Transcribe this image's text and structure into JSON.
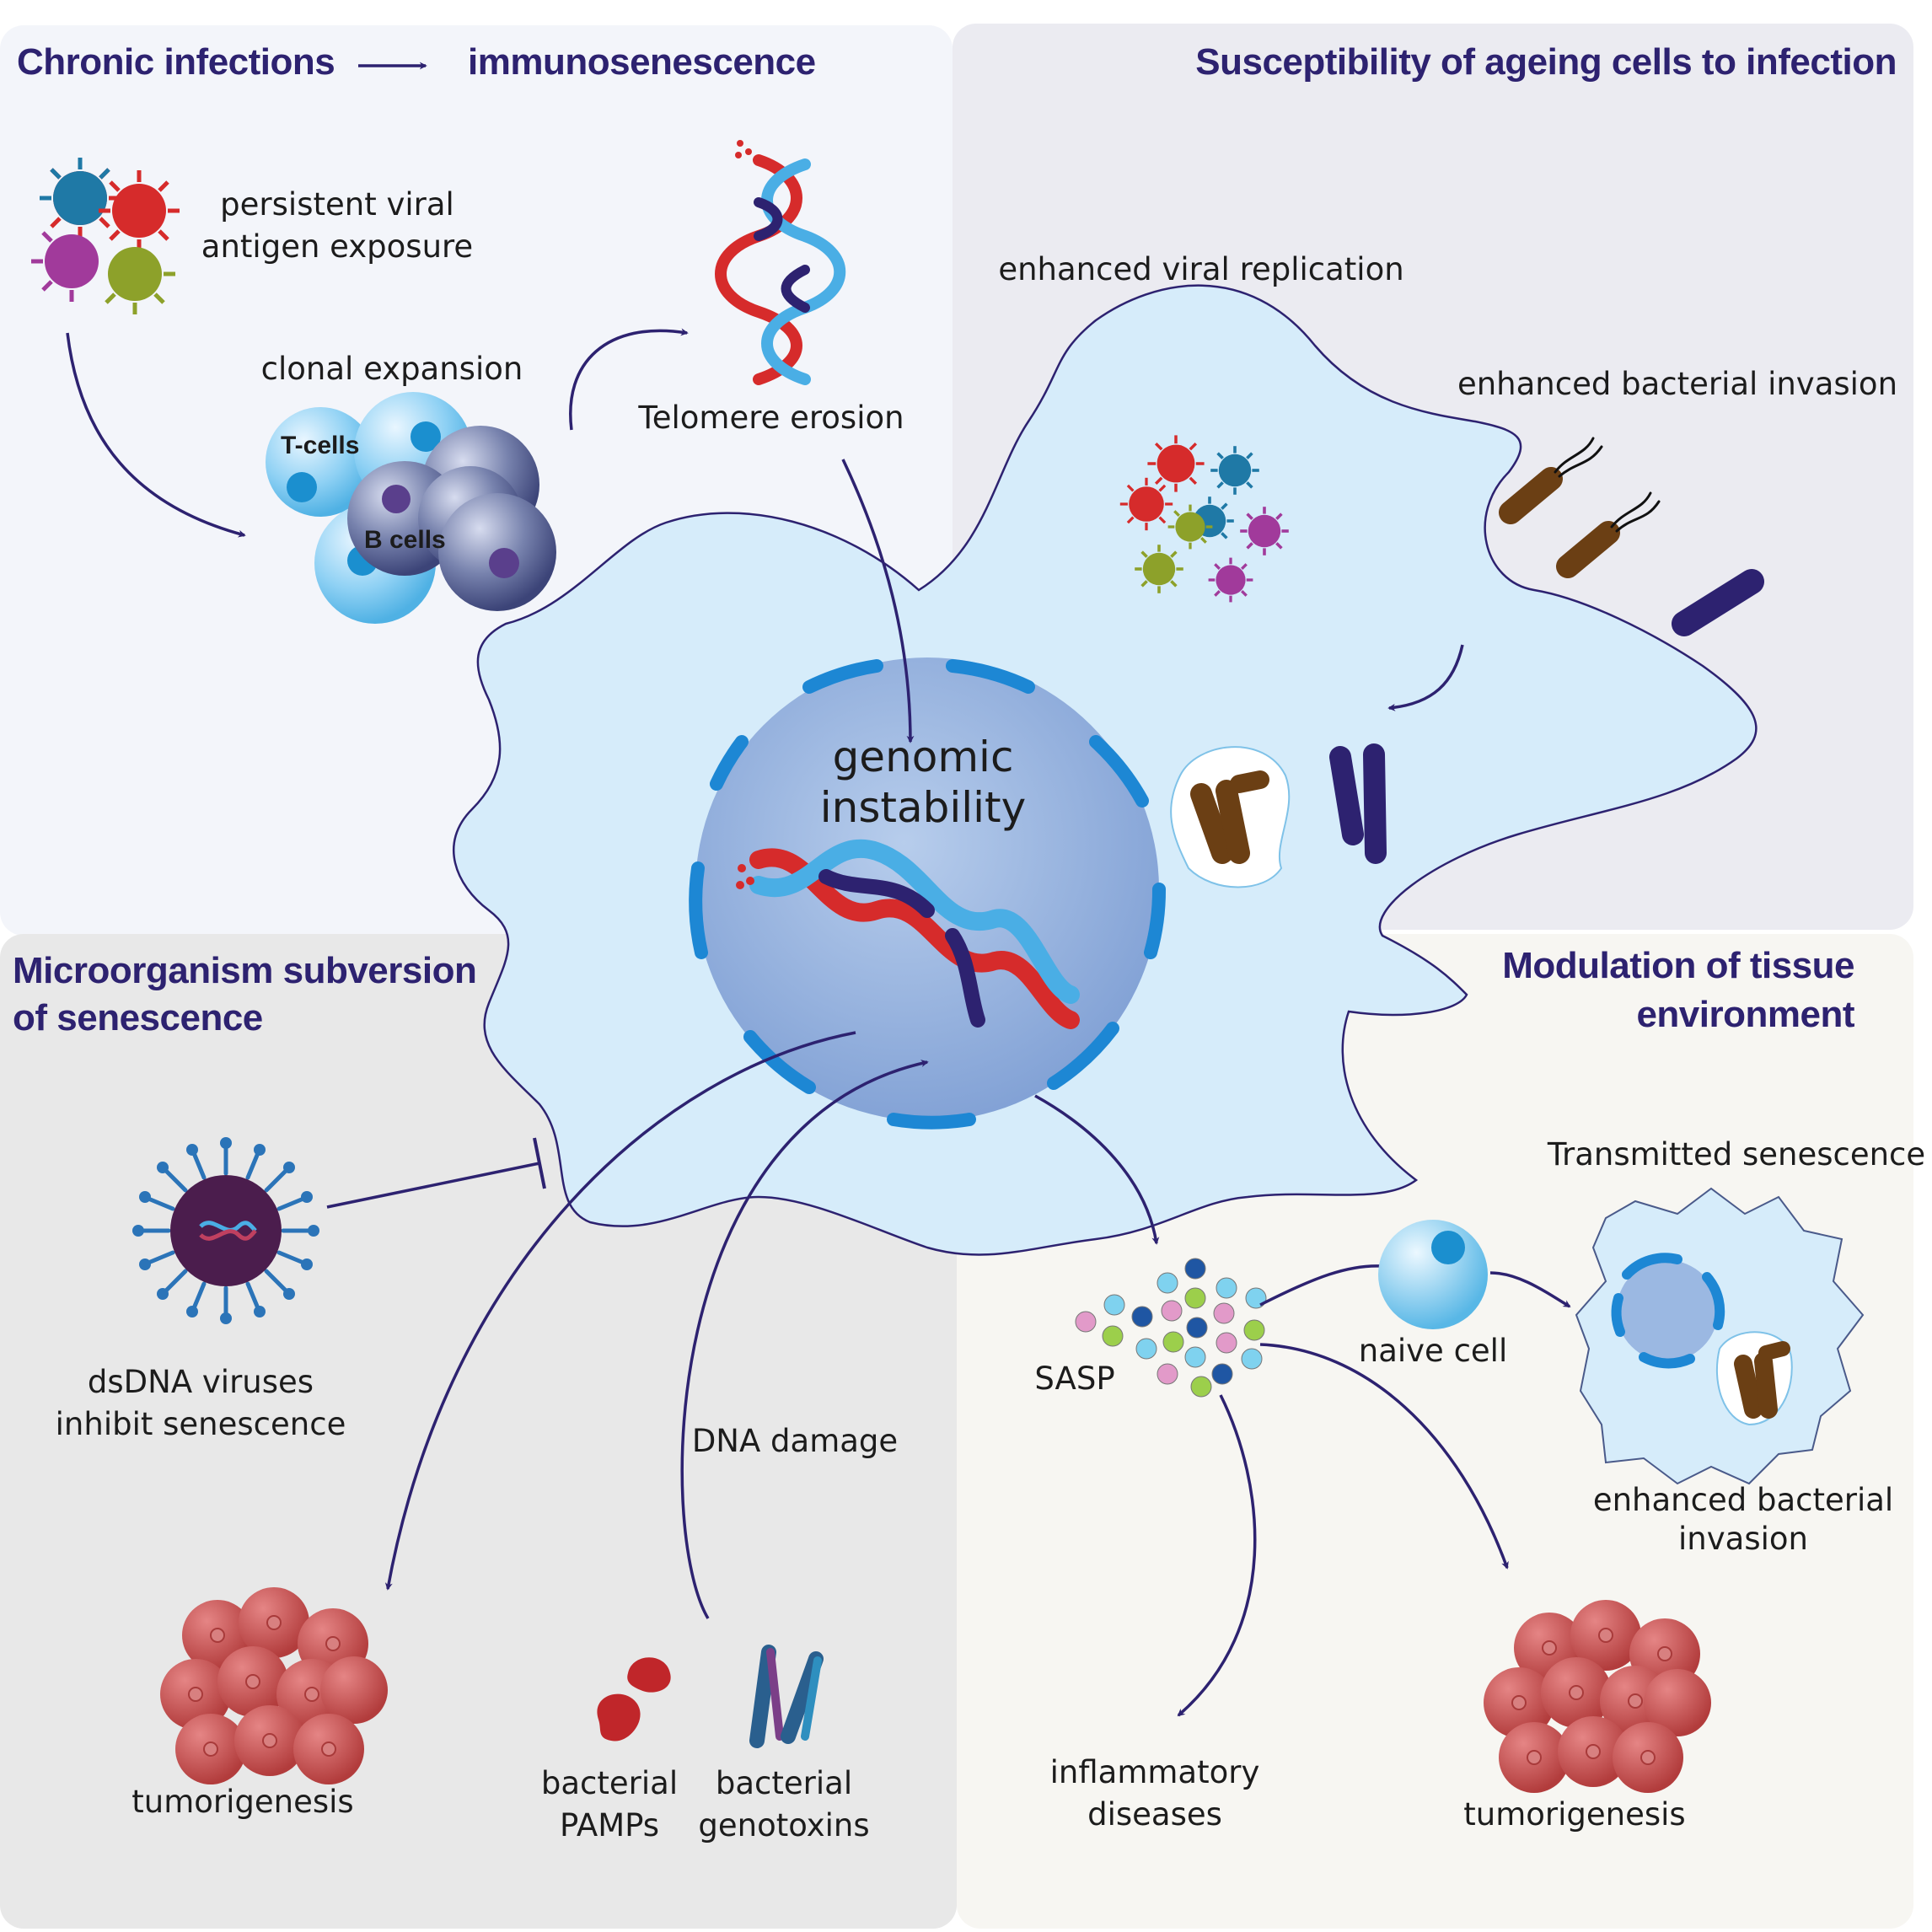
{
  "panels": {
    "top_left": {
      "heading_left": "Chronic infections",
      "heading_right": "immunosenescence",
      "viral_label_line1": "persistent viral",
      "viral_label_line2": "antigen exposure",
      "clonal_label": "clonal expansion",
      "tcell_label": "T-cells",
      "bcell_label": "B cells",
      "telomere_label": "Telomere erosion"
    },
    "top_right": {
      "heading": "Susceptibility of ageing cells to infection",
      "viral_label": "enhanced viral replication",
      "bacterial_label": "enhanced bacterial invasion"
    },
    "center": {
      "line1": "genomic",
      "line2": "instability"
    },
    "bottom_left": {
      "heading_line1": "Microorganism subversion",
      "heading_line2": "of senescence",
      "dsdna_line1": "dsDNA viruses",
      "dsdna_line2": "inhibit senescence",
      "tumor_label": "tumorigenesis",
      "dna_damage_label": "DNA damage",
      "pamps_line1": "bacterial",
      "pamps_line2": "PAMPs",
      "genotoxins_line1": "bacterial",
      "genotoxins_line2": "genotoxins"
    },
    "bottom_right": {
      "heading_line1": "Modulation of tissue",
      "heading_line2": "environment",
      "sasp_label": "SASP",
      "naive_label": "naive cell",
      "transmitted_label": "Transmitted senescence",
      "invasion_line1": "enhanced bacterial",
      "invasion_line2": "invasion",
      "inflammatory_line1": "inflammatory",
      "inflammatory_line2": "diseases",
      "tumor_label": "tumorigenesis"
    }
  },
  "colors": {
    "heading": "#2d2270",
    "arrow": "#2d2270",
    "cell_fill": "#d6ecfa",
    "nucleus": "#8fb0dc",
    "bacterium_brown": "#6b3f14",
    "bacterium_navy": "#2d2270",
    "tumor": "#c24a4a"
  }
}
